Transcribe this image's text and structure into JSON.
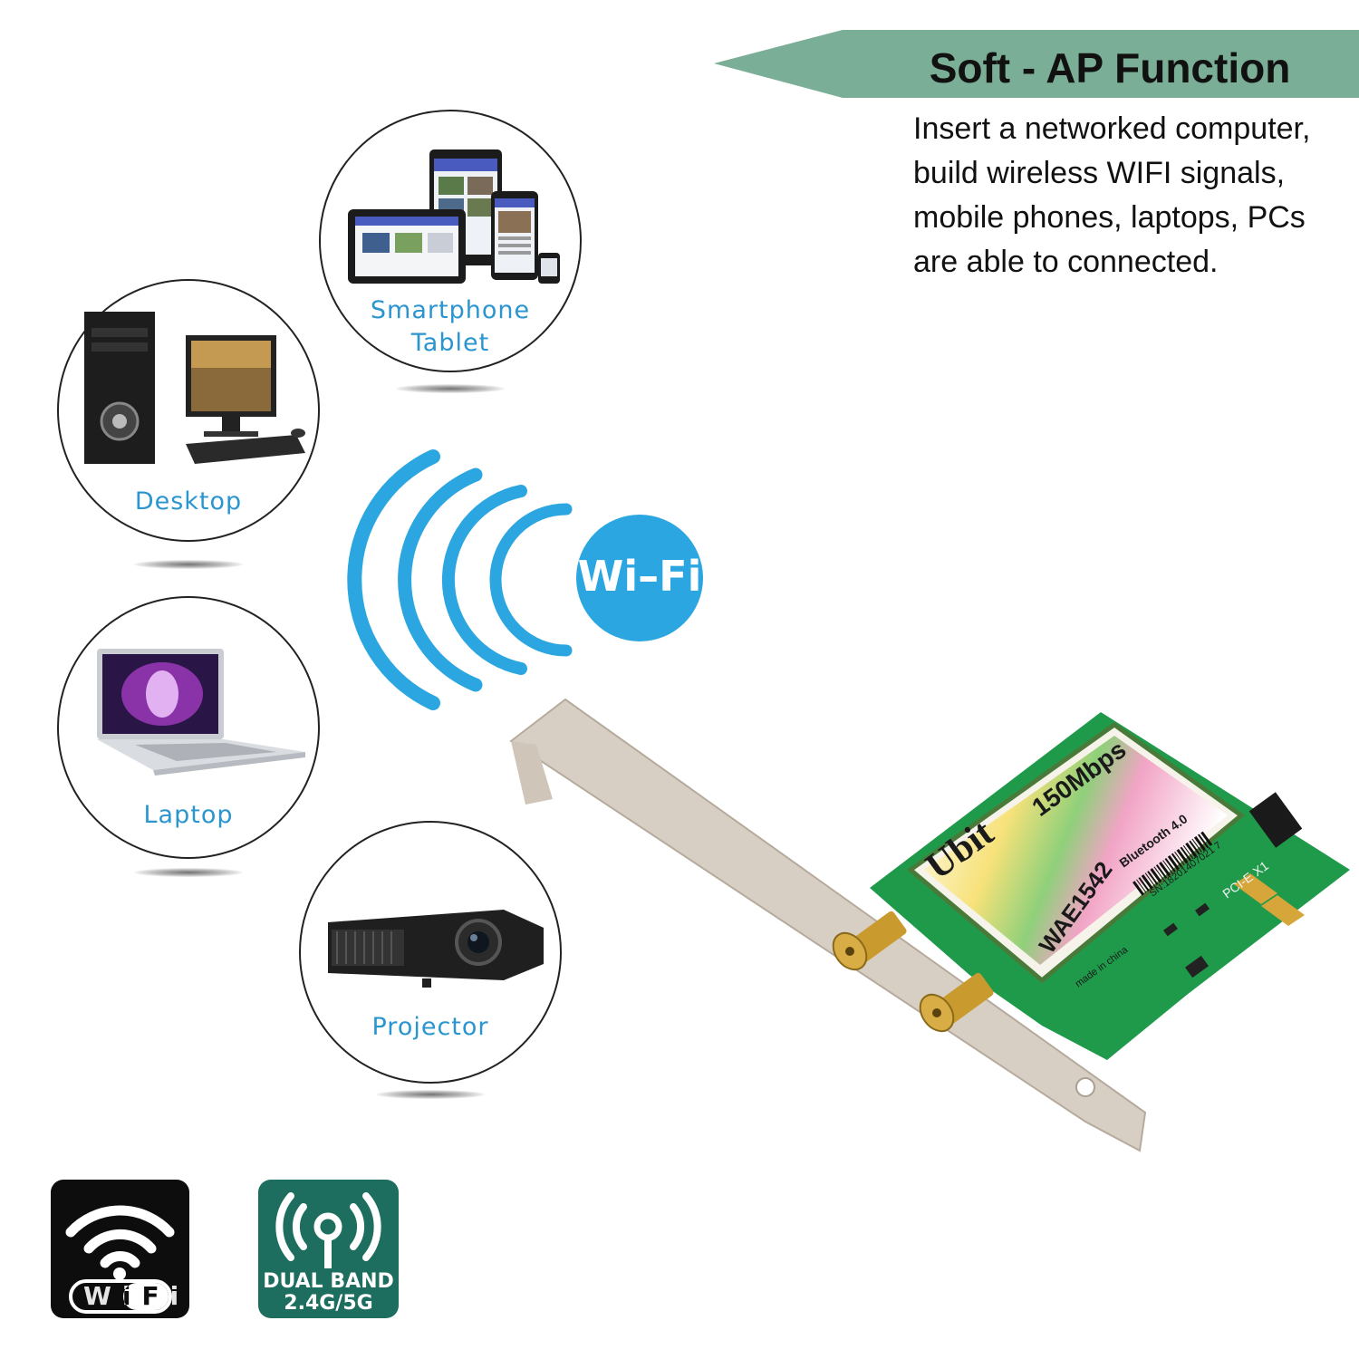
{
  "header": {
    "title": "Soft - AP Function",
    "description_lines": [
      "Insert a networked computer,",
      "build wireless WIFI signals,",
      "mobile phones, laptops, PCs",
      "are able to connected."
    ]
  },
  "devices": {
    "smartphone": {
      "line1": "Smartphone",
      "line2": "Tablet"
    },
    "desktop": "Desktop",
    "laptop": "Laptop",
    "projector": "Projector"
  },
  "wifi_badge": "Wi–Fi",
  "card": {
    "brand": "Ubit",
    "speed": "150Mbps",
    "model": "WAE1542",
    "bluetooth": "Bluetooth 4.0",
    "serial": "SN:18201407021 7",
    "origin": "made in china",
    "slot": "PCI-E X1"
  },
  "logos": {
    "wifi_logo": "WiFi",
    "dual_band_line1": "DUAL BAND",
    "dual_band_line2": "2.4G/5G"
  },
  "colors": {
    "banner": "#7aae96",
    "accent_blue": "#2ba6e1",
    "label_blue": "#2a95cf",
    "dual_band_green": "#1d6e5e",
    "pcb_green": "#1f9a4a",
    "bracket": "#d8cfc4"
  }
}
